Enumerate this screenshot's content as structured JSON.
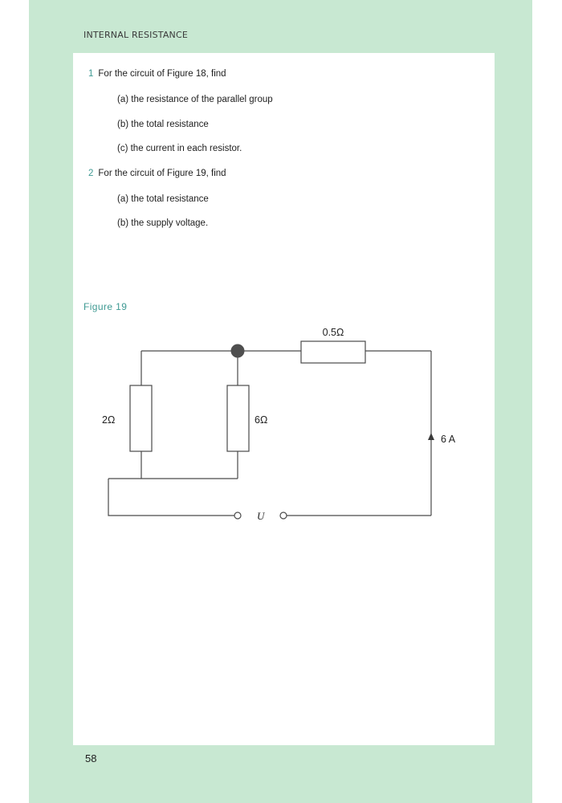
{
  "header": {
    "running_head": "INTERNAL RESISTANCE"
  },
  "questions": [
    {
      "number": "1",
      "text": "For the circuit of Figure 18, find",
      "parts": [
        "(a) the resistance of the parallel group",
        "(b) the total resistance",
        "(c) the current in each resistor."
      ]
    },
    {
      "number": "2",
      "text": "For the circuit of Figure 19, find",
      "parts": [
        "(a) the total resistance",
        "(b) the supply voltage."
      ]
    }
  ],
  "figure": {
    "caption": "Figure 19",
    "labels": {
      "series_resistor": "0.5Ω",
      "left_resistor": "2Ω",
      "middle_resistor": "6Ω",
      "current": "6 A",
      "voltage": "U"
    }
  },
  "footer": {
    "page_number": "58"
  },
  "colors": {
    "page_background": "#c8e8d2",
    "accent": "#3f9a93"
  }
}
